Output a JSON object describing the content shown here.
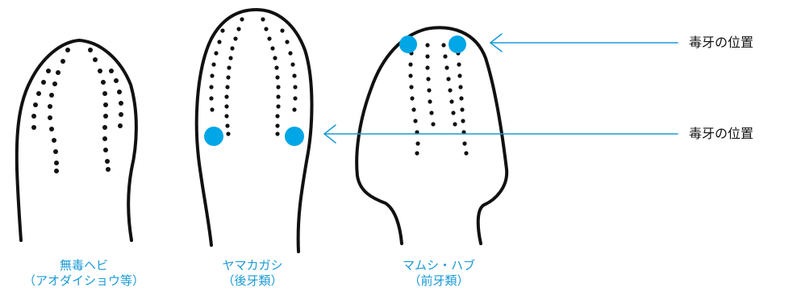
{
  "colors": {
    "outline": "#111111",
    "fang": "#00a6e6",
    "caption": "#1a9ad6",
    "arrow": "#1a9ad6"
  },
  "heads": [
    {
      "id": "non-venomous",
      "name": "無毒ヘビ",
      "example": "（アオダイショウ等）",
      "fangs": "none"
    },
    {
      "id": "rear-fanged",
      "name": "ヤマカガシ",
      "example": "（後牙類）",
      "fangs": "rear"
    },
    {
      "id": "front-fanged",
      "name": "マムシ・ハブ",
      "example": "（前牙類）",
      "fangs": "front"
    }
  ],
  "callouts": [
    {
      "label": "毒牙の位置",
      "target": "front-fanged"
    },
    {
      "label": "毒牙の位置",
      "target": "rear-fanged"
    }
  ]
}
